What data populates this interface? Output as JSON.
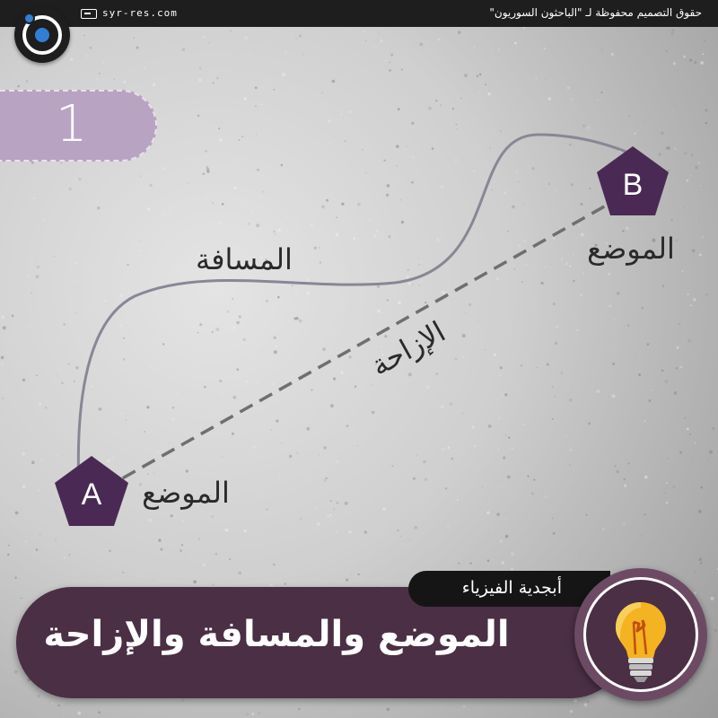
{
  "header": {
    "credit": "حقوق التصميم محفوظة لـ \"الباحثون السوريون\"",
    "site": "syr-res.com"
  },
  "slide_number": "1",
  "diagram": {
    "point_a": {
      "letter": "A",
      "label": "الموضع"
    },
    "point_b": {
      "letter": "B",
      "label": "الموضع"
    },
    "distance_label": "المسافة",
    "displacement_label": "الإزاحة"
  },
  "footer": {
    "category": "أبجدية الفيزياء",
    "title": "الموضع والمسافة والإزاحة"
  },
  "colors": {
    "accent_purple": "#4b2f45",
    "point_fill": "#4a2a55",
    "tab_purple": "#b8a3c2",
    "path_line": "#8a8696",
    "bulb_yellow": "#f4b320"
  },
  "icons": [
    "logo-icon",
    "site-icon",
    "lightbulb-icon"
  ]
}
